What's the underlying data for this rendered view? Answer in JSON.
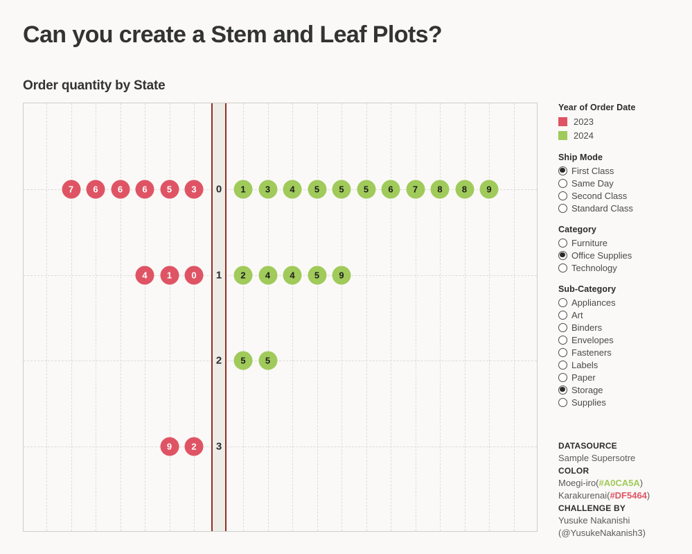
{
  "header": {
    "title": "Can you create a Stem and Leaf Plots?",
    "subtitle": "Order quantity by State"
  },
  "legend": {
    "year_heading": "Year of Order Date",
    "years": [
      {
        "label": "2023",
        "color": "#df5464"
      },
      {
        "label": "2024",
        "color": "#a0ca5a"
      }
    ],
    "ship_mode_heading": "Ship Mode",
    "ship_modes": [
      {
        "label": "First Class",
        "selected": true
      },
      {
        "label": "Same Day",
        "selected": false
      },
      {
        "label": "Second Class",
        "selected": false
      },
      {
        "label": "Standard Class",
        "selected": false
      }
    ],
    "category_heading": "Category",
    "categories": [
      {
        "label": "Furniture",
        "selected": false
      },
      {
        "label": "Office Supplies",
        "selected": true
      },
      {
        "label": "Technology",
        "selected": false
      }
    ],
    "subcategory_heading": "Sub-Category",
    "subcategories": [
      {
        "label": "Appliances",
        "selected": false
      },
      {
        "label": "Art",
        "selected": false
      },
      {
        "label": "Binders",
        "selected": false
      },
      {
        "label": "Envelopes",
        "selected": false
      },
      {
        "label": "Fasteners",
        "selected": false
      },
      {
        "label": "Labels",
        "selected": false
      },
      {
        "label": "Paper",
        "selected": false
      },
      {
        "label": "Storage",
        "selected": true
      },
      {
        "label": "Supplies",
        "selected": false
      }
    ]
  },
  "credits": {
    "datasource_heading": "DATASOURCE",
    "datasource_value": "Sample Supersotre",
    "color_heading": "COLOR",
    "color_1_name": "Moegi-iro(",
    "color_1_hex": "#A0CA5A",
    "color_1_close": ")",
    "color_2_name": "Karakurenai(",
    "color_2_hex": "#DF5464",
    "color_2_close": ")",
    "challenge_heading": "CHALLENGE BY",
    "challenge_name": "Yusuke Nakanishi",
    "challenge_handle": "(@YusukeNakanish3)"
  },
  "chart_data": {
    "type": "stem-and-leaf",
    "title": "Can you create a Stem and Leaf Plots?",
    "subtitle": "Order quantity by State",
    "xlabel": "",
    "ylabel": "",
    "grid": true,
    "legend_position": "right",
    "left_series_name": "2023",
    "right_series_name": "2024",
    "left_color": "#df5464",
    "right_color": "#a0ca5a",
    "stems": [
      0,
      1,
      2,
      3
    ],
    "rows": [
      {
        "stem": "0",
        "left_leaves": [
          7,
          6,
          6,
          6,
          5,
          3
        ],
        "right_leaves": [
          1,
          3,
          4,
          5,
          5,
          5,
          6,
          7,
          8,
          8,
          9
        ]
      },
      {
        "stem": "1",
        "left_leaves": [
          4,
          1,
          0
        ],
        "right_leaves": [
          2,
          4,
          4,
          5,
          9
        ]
      },
      {
        "stem": "2",
        "left_leaves": [],
        "right_leaves": [
          5,
          5
        ]
      },
      {
        "stem": "3",
        "left_leaves": [
          9,
          2
        ],
        "right_leaves": []
      }
    ],
    "left_values": [
      7,
      6,
      6,
      6,
      5,
      3,
      14,
      11,
      10,
      39,
      32
    ],
    "right_values": [
      1,
      3,
      4,
      5,
      5,
      5,
      6,
      7,
      8,
      8,
      9,
      12,
      14,
      14,
      15,
      19,
      25,
      25
    ],
    "vertical_gridline_count": 20,
    "row_y": [
      272,
      396,
      519,
      643
    ]
  }
}
